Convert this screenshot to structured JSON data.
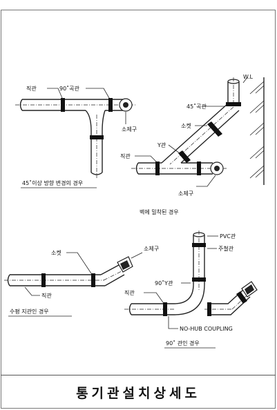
{
  "title": "통기관설치상세도",
  "fig1": {
    "pipe": "직관",
    "elbow": "90˚곡관",
    "cleanout": "소제구",
    "caption": "45˚이상 방향 변경의 경우"
  },
  "fig2": {
    "wl": "W.L",
    "elbow45": "45˚곡관",
    "socket": "소켓",
    "ybranch": "Y관",
    "pipe": "직관",
    "cleanout": "소제구",
    "caption": "벽에 밀착된 경우"
  },
  "fig3": {
    "socket": "소켓",
    "cleanout": "소제구",
    "pipe": "직관",
    "caption": "수평 지관인 경우"
  },
  "fig4": {
    "pvc": "PVC관",
    "cast": "주철관",
    "y90": "90˚Y관",
    "pipe": "직관",
    "coupling": "NO-HUB COUPLING",
    "caption": "90˚ 관인 경우"
  }
}
